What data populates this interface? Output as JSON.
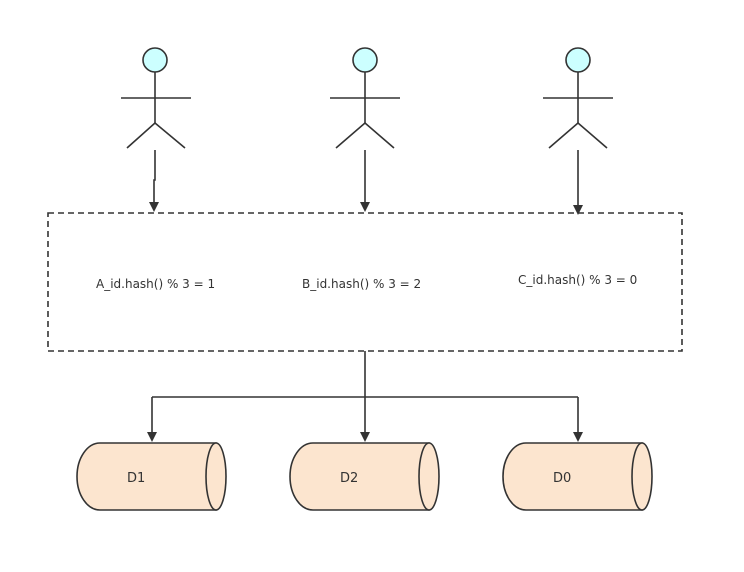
{
  "colors": {
    "line": "#333333",
    "actor_head": "#CCFFFF",
    "db_fill": "#FCE5CF"
  },
  "router": {
    "labels": [
      "A_id.hash() % 3 = 1",
      "B_id.hash() % 3 = 2",
      "C_id.hash() % 3 = 0"
    ]
  },
  "databases": [
    {
      "label": "D1"
    },
    {
      "label": "D2"
    },
    {
      "label": "D0"
    }
  ]
}
